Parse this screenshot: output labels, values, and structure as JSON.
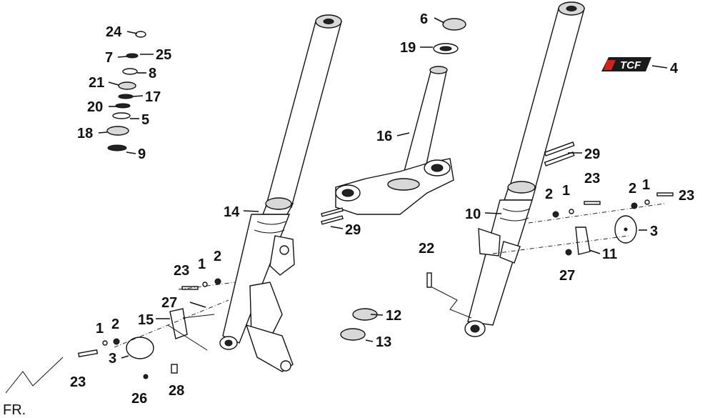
{
  "diagram": {
    "callouts": [
      "24",
      "7",
      "25",
      "8",
      "21",
      "17",
      "20",
      "5",
      "18",
      "9",
      "6",
      "19",
      "16",
      "4",
      "29",
      "14",
      "10",
      "2",
      "1",
      "23",
      "3",
      "11",
      "27",
      "22",
      "12",
      "13",
      "15",
      "26",
      "28"
    ],
    "logo": {
      "text": "TCF",
      "colors": {
        "badge": "#1a1a1a",
        "accent": "#d0211c"
      }
    },
    "direction_label": "FR."
  },
  "labels": {
    "l24": "24",
    "l7": "7",
    "l25": "25",
    "l8": "8",
    "l21": "21",
    "l17": "17",
    "l20": "20",
    "l5": "5",
    "l18": "18",
    "l9": "9",
    "l6": "6",
    "l19": "19",
    "l16": "16",
    "l4": "4",
    "l29a": "29",
    "l29b": "29",
    "l14": "14",
    "l10": "10",
    "l2a": "2",
    "l1a": "1",
    "l23a": "23",
    "l2b": "2",
    "l1b": "1",
    "l23b": "23",
    "l3a": "3",
    "l11": "11",
    "l27a": "27",
    "l22": "22",
    "l12": "12",
    "l13": "13",
    "l23c": "23",
    "l1c": "1",
    "l2c": "2",
    "l27b": "27",
    "l15": "15",
    "l2d": "2",
    "l1d": "1",
    "l3b": "3",
    "l23d": "23",
    "l26": "26",
    "l28": "28",
    "fr": "FR."
  }
}
